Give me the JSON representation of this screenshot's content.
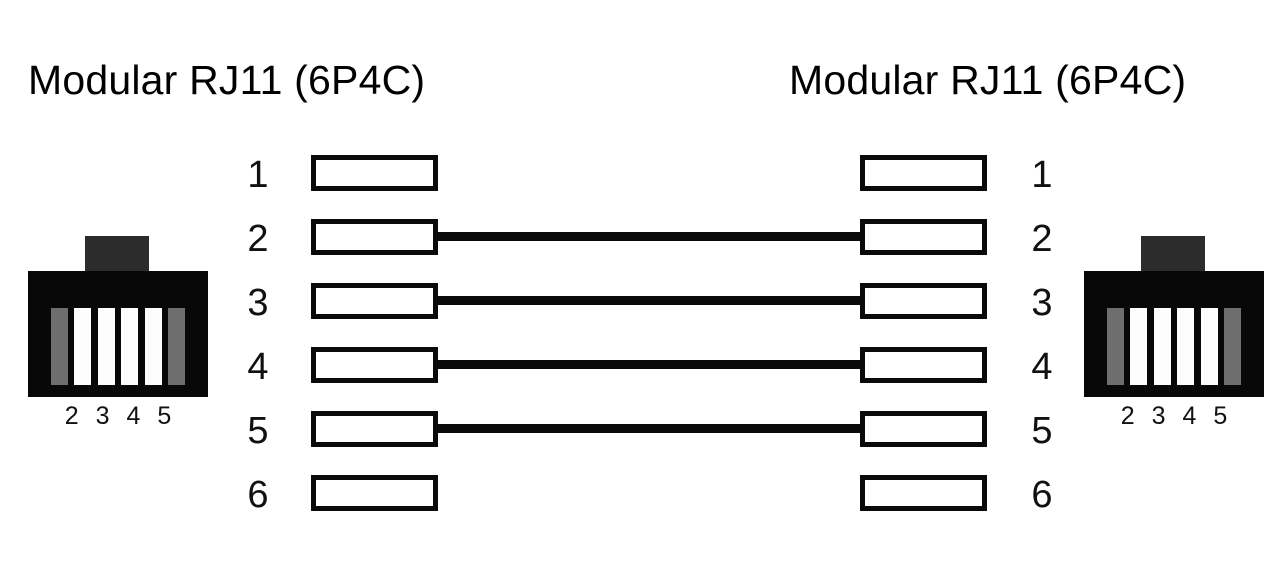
{
  "diagram": {
    "kind": "rj11-straight-through-wiring-diagram",
    "background_color": "#ffffff",
    "line_color": "#0a0a0a",
    "connector_body_color": "#080808",
    "connector_tab_color": "#2c2c2c",
    "slot_white_color": "#fdfdfd",
    "slot_gray_color": "#6e6e6e"
  },
  "left_side": {
    "title": "Modular RJ11 (6P4C)",
    "connector": {
      "pin_label": "2 3 4 5",
      "slots": [
        "gray",
        "white",
        "white",
        "white",
        "white",
        "gray"
      ]
    },
    "pins": [
      {
        "number": "1",
        "wired": false
      },
      {
        "number": "2",
        "wired": true
      },
      {
        "number": "3",
        "wired": true
      },
      {
        "number": "4",
        "wired": true
      },
      {
        "number": "5",
        "wired": true
      },
      {
        "number": "6",
        "wired": false
      }
    ]
  },
  "right_side": {
    "title": "Modular RJ11 (6P4C)",
    "connector": {
      "pin_label": "2 3 4 5",
      "slots": [
        "gray",
        "white",
        "white",
        "white",
        "white",
        "gray"
      ]
    },
    "pins": [
      {
        "number": "1",
        "wired": false
      },
      {
        "number": "2",
        "wired": true
      },
      {
        "number": "3",
        "wired": true
      },
      {
        "number": "4",
        "wired": true
      },
      {
        "number": "5",
        "wired": true
      },
      {
        "number": "6",
        "wired": false
      }
    ]
  },
  "wires": [
    {
      "from_pin": "2",
      "to_pin": "2"
    },
    {
      "from_pin": "3",
      "to_pin": "3"
    },
    {
      "from_pin": "4",
      "to_pin": "4"
    },
    {
      "from_pin": "5",
      "to_pin": "5"
    }
  ]
}
